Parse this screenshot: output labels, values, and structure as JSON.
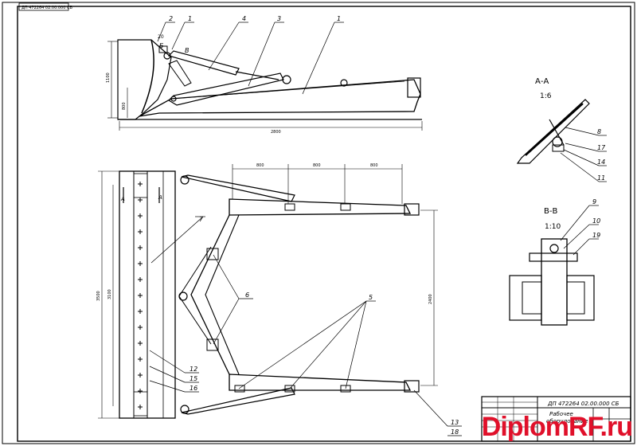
{
  "corner_stamp": "ДП 472264 02.00.000 СБ",
  "views": {
    "section_aa": {
      "title": "А-А",
      "scale": "1:6",
      "items": [
        "8",
        "17",
        "14",
        "11"
      ]
    },
    "section_bb": {
      "title": "В-В",
      "scale": "1:10",
      "items": [
        "9",
        "10",
        "19"
      ]
    }
  },
  "side_view": {
    "callouts": [
      "2",
      "1",
      "4",
      "3",
      "1"
    ],
    "dims": {
      "height": "1100",
      "lower": "800",
      "length": "2800",
      "small": "20"
    },
    "marks": {
      "b": "Б",
      "v": "В"
    }
  },
  "plan_view": {
    "dims": {
      "seg1": "800",
      "seg2": "800",
      "seg3": "800",
      "width": "3500",
      "inner": "3100",
      "right": "2400"
    },
    "section_marks": [
      "А",
      "А"
    ],
    "callouts": [
      "7",
      "6",
      "5",
      "12",
      "15",
      "16",
      "13",
      "18"
    ]
  },
  "title_block": {
    "code": "ДП 472264 02.00.000 СБ",
    "name_line1": "Рабочее",
    "name_line2": "оборудование"
  },
  "watermark": "DiplomRF.ru"
}
